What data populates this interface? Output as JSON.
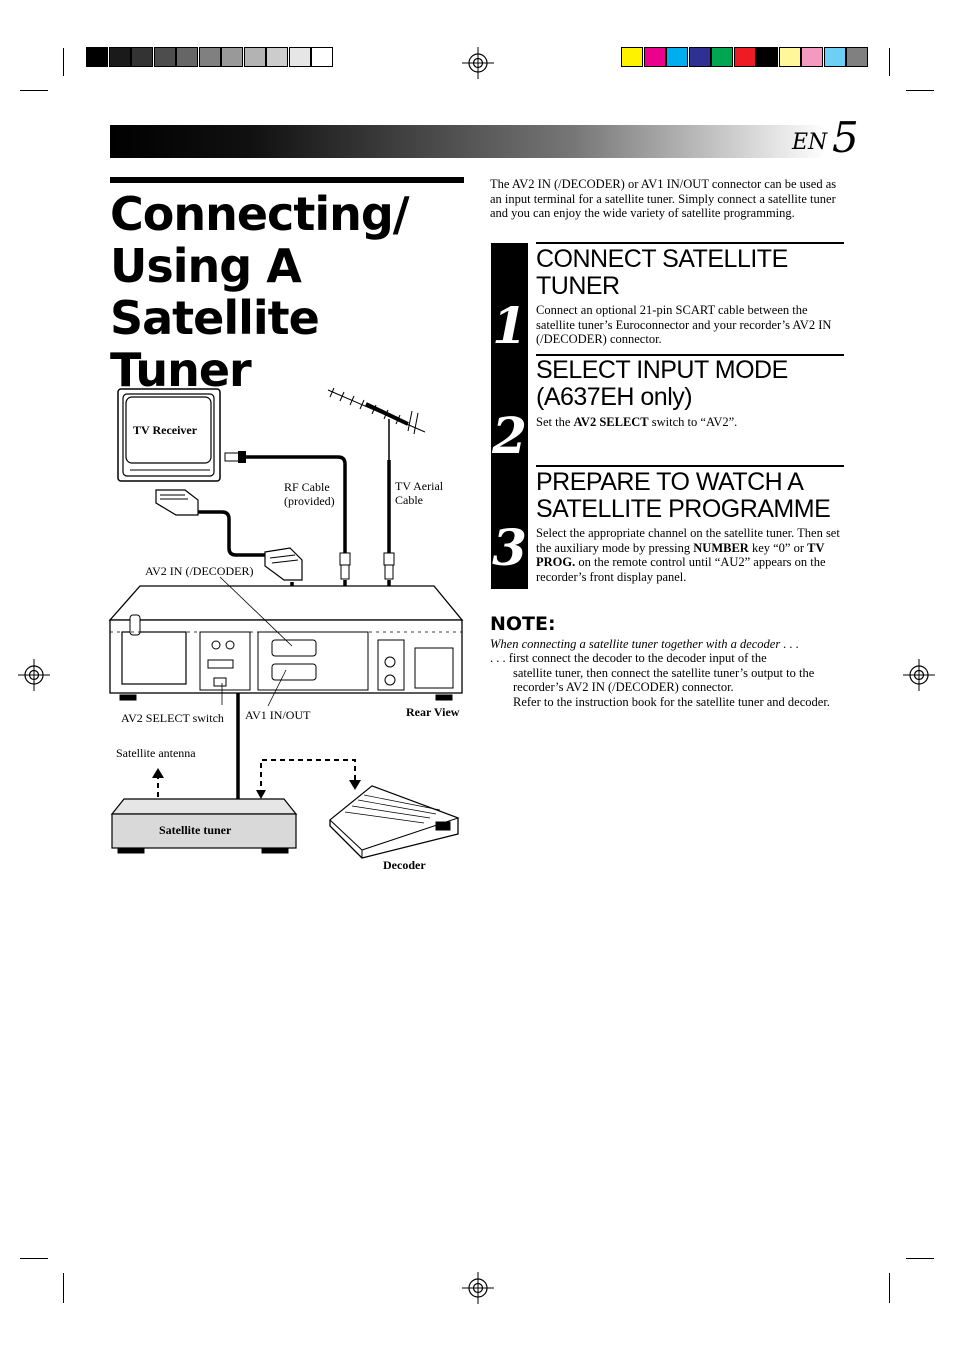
{
  "header": {
    "page_lang": "EN",
    "page_number": "5"
  },
  "title": {
    "line1": "Connecting/",
    "line2": "Using A",
    "line3": "Satellite Tuner"
  },
  "intro": "The AV2 IN (/DECODER) or AV1 IN/OUT connector can be used as an input terminal for a satellite tuner. Simply connect a satellite tuner and you can enjoy the wide variety of satellite programming.",
  "steps": [
    {
      "number": "1",
      "title_l1": "CONNECT SATELLITE",
      "title_l2": "TUNER",
      "body": "Connect an optional 21-pin SCART cable between the satellite tuner’s Euroconnector and your recorder’s AV2 IN (/DECODER) connector."
    },
    {
      "number": "2",
      "title_l1": "SELECT INPUT MODE",
      "title_l2": "(A637EH only)",
      "body_pre": "Set the ",
      "body_bold": "AV2 SELECT",
      "body_post": " switch to “AV2”."
    },
    {
      "number": "3",
      "title_l1": "PREPARE TO WATCH A",
      "title_l2": "SATELLITE PROGRAMME",
      "body_a": "Select the appropriate channel on the satellite tuner. Then set the auxiliary mode by pressing ",
      "body_b": "NUMBER",
      "body_c": " key “0” or ",
      "body_d": "TV PROG.",
      "body_e": " on the remote control until “AU2” appears on the recorder’s front display panel."
    }
  ],
  "note": {
    "title": "NOTE:",
    "lead": "When connecting a satellite tuner together with a decoder . . .",
    "line1": ". . . first connect the decoder to the decoder input of the",
    "line2": "satellite tuner, then connect the satellite tuner’s output to the recorder’s AV2 IN (/DECODER) connector.",
    "line3": "Refer to the instruction book for the satellite tuner and decoder."
  },
  "diagram": {
    "tv_receiver": "TV Receiver",
    "rf_cable_l1": "RF Cable",
    "rf_cable_l2": "(provided)",
    "tv_aerial_l1": "TV Aerial",
    "tv_aerial_l2": "Cable",
    "av2_in": "AV2 IN (/DECODER)",
    "av2_select": "AV2 SELECT switch",
    "av1_inout": "AV1 IN/OUT",
    "rear_view": "Rear View",
    "satellite_antenna": "Satellite antenna",
    "satellite_tuner": "Satellite tuner",
    "decoder": "Decoder"
  },
  "colors": {
    "gray_swatches": [
      "#000000",
      "#1a1a1a",
      "#333333",
      "#4d4d4d",
      "#666666",
      "#808080",
      "#999999",
      "#b3b3b3",
      "#cccccc",
      "#e6e6e6",
      "#ffffff"
    ],
    "color_swatches": [
      "#fff200",
      "#ec008c",
      "#00aeef",
      "#2e3192",
      "#00a651",
      "#ed1c24",
      "#000000",
      "#fff799",
      "#f49ac1",
      "#6dcff6",
      "#808080"
    ]
  }
}
